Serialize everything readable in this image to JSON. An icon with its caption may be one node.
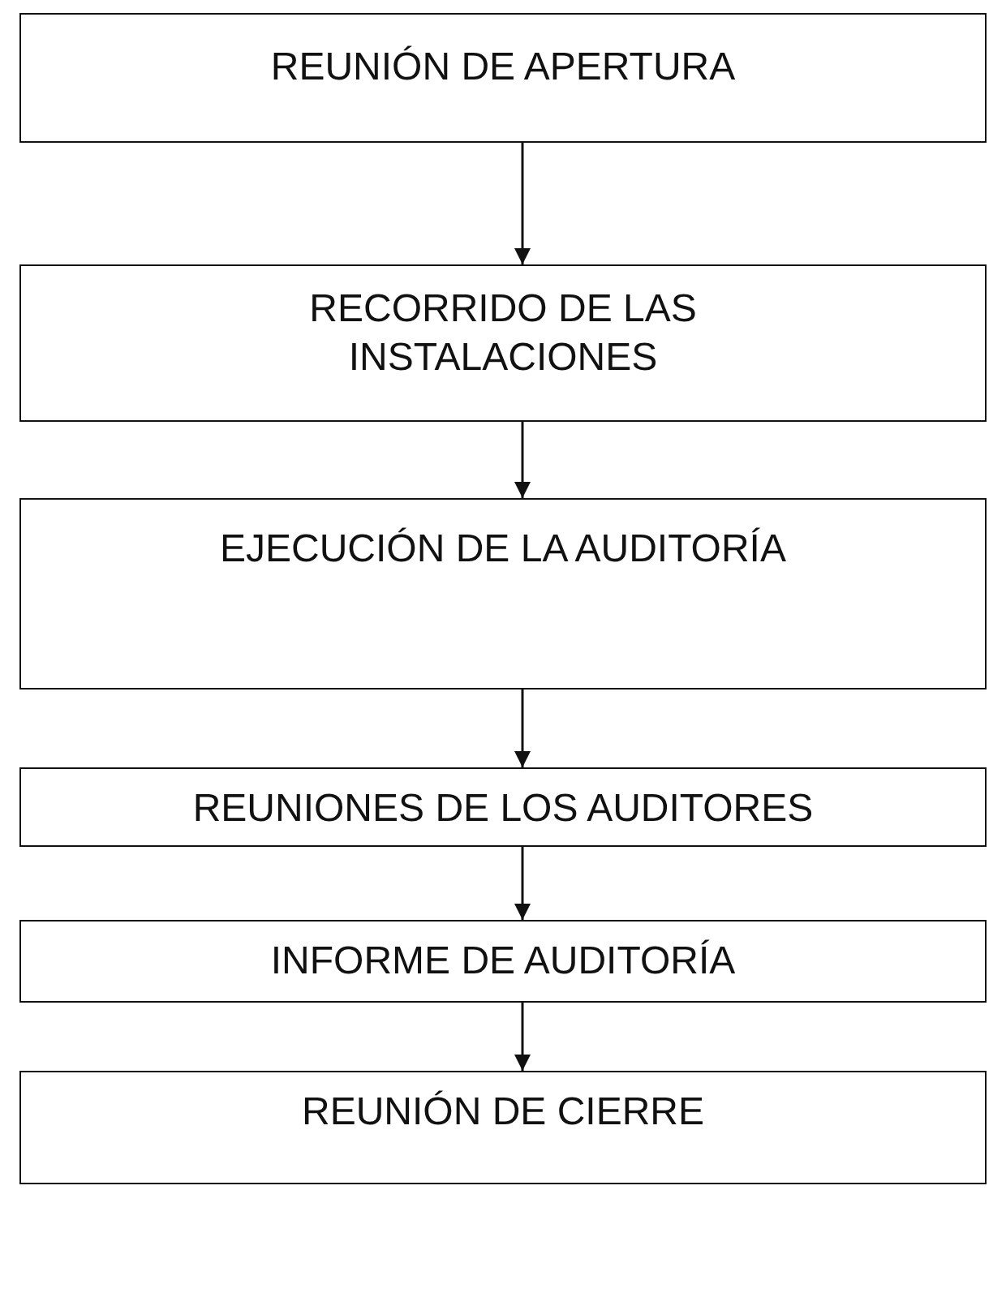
{
  "diagram": {
    "nodes": [
      {
        "text": [
          "REUNIÓN DE APERTURA"
        ]
      },
      {
        "text": [
          "RECORRIDO DE LAS INSTALACIONES"
        ]
      },
      {
        "text": [
          "EJECUCIÓN DE LA AUDITORÍA"
        ]
      },
      {
        "text": [
          "REUNIONES DE LOS AUDITORES"
        ]
      },
      {
        "text": [
          "INFORME DE AUDITORÍA"
        ]
      },
      {
        "text": [
          "REUNIÓN DE CIERRE"
        ]
      }
    ],
    "edges": [
      {
        "from": 0,
        "to": 1,
        "arrow": "to"
      },
      {
        "from": 1,
        "to": 2,
        "arrow": "to"
      },
      {
        "from": 2,
        "to": 3,
        "arrow": "to"
      },
      {
        "from": 3,
        "to": 4,
        "arrow": "to"
      },
      {
        "from": 4,
        "to": 5,
        "arrow": "to"
      }
    ]
  }
}
